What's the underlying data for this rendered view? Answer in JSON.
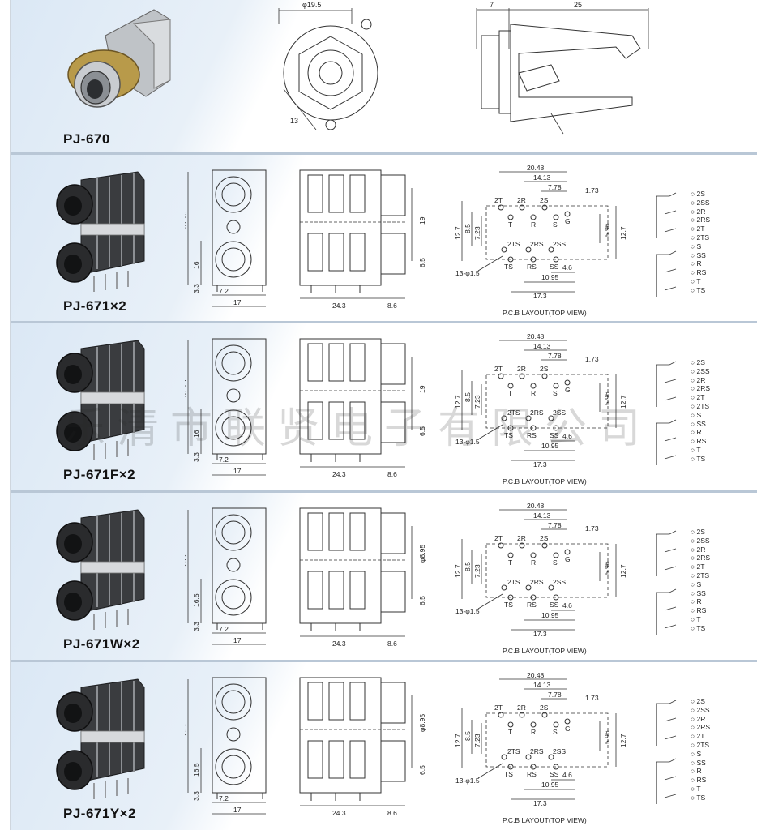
{
  "products": [
    {
      "model": "PJ-670",
      "dims": {
        "diameter": "φ19.5",
        "a": "13",
        "b": "7",
        "c": "25"
      }
    },
    {
      "model": "PJ-671×2",
      "front_dims": [
        "31.75",
        "16",
        "3.3",
        "7.2",
        "17"
      ],
      "side_dims": [
        "19",
        "6.5",
        "24.3",
        "8.6"
      ],
      "pcb": {
        "caption": "P.C.B LAYOUT(TOP VIEW)",
        "dims": [
          "20.48",
          "14.13",
          "7.78",
          "1.73",
          "12.7",
          "8.5",
          "7.23",
          "5.96",
          "12.7",
          "4.6",
          "10.95",
          "17.3"
        ],
        "hole_note": "13-φ1.5",
        "top_labels": [
          "2T",
          "2R",
          "2S",
          "T",
          "R",
          "S",
          "G"
        ],
        "bottom_labels": [
          "2TS",
          "2RS",
          "2SS",
          "TS",
          "RS",
          "SS"
        ]
      },
      "pins": [
        "2S",
        "2SS",
        "2R",
        "2RS",
        "2T",
        "2TS",
        "S",
        "SS",
        "R",
        "RS",
        "T",
        "TS"
      ]
    },
    {
      "model": "PJ-671F×2",
      "front_dims": [
        "31.75",
        "16",
        "3.3",
        "7.2",
        "17"
      ],
      "side_dims": [
        "19",
        "6.5",
        "24.3",
        "8.6"
      ],
      "pcb": {
        "caption": "P.C.B LAYOUT(TOP VIEW)",
        "dims": [
          "20.48",
          "14.13",
          "7.78",
          "1.73",
          "12.7",
          "8.5",
          "7.23",
          "5.96",
          "12.7",
          "4.6",
          "10.95",
          "17.3"
        ],
        "hole_note": "13-φ1.5",
        "top_labels": [
          "2T",
          "2R",
          "2S",
          "T",
          "R",
          "S",
          "G"
        ],
        "bottom_labels": [
          "2TS",
          "2RS",
          "2SS",
          "TS",
          "RS",
          "SS"
        ]
      },
      "pins": [
        "2S",
        "2SS",
        "2R",
        "2RS",
        "2T",
        "2TS",
        "S",
        "SS",
        "R",
        "RS",
        "T",
        "TS"
      ]
    },
    {
      "model": "PJ-671W×2",
      "front_dims": [
        "29.2",
        "16.5",
        "3.3",
        "7.2",
        "17"
      ],
      "side_dims": [
        "φ8.95",
        "6.5",
        "24.3",
        "8.6"
      ],
      "pcb": {
        "caption": "P.C.B LAYOUT(TOP VIEW)",
        "dims": [
          "20.48",
          "14.13",
          "7.78",
          "1.73",
          "12.7",
          "8.5",
          "7.23",
          "5.96",
          "12.7",
          "4.6",
          "10.95",
          "17.3"
        ],
        "hole_note": "13-φ1.5",
        "top_labels": [
          "2T",
          "2R",
          "2S",
          "T",
          "R",
          "S",
          "G"
        ],
        "bottom_labels": [
          "2TS",
          "2RS",
          "2SS",
          "TS",
          "RS",
          "SS"
        ]
      },
      "pins": [
        "2S",
        "2SS",
        "2R",
        "2RS",
        "2T",
        "2TS",
        "S",
        "SS",
        "R",
        "RS",
        "T",
        "TS"
      ]
    },
    {
      "model": "PJ-671Y×2",
      "front_dims": [
        "29.2",
        "16.5",
        "3.3",
        "7.2",
        "17"
      ],
      "side_dims": [
        "φ8.95",
        "6.5",
        "24.3",
        "8.6"
      ],
      "pcb": {
        "caption": "P.C.B LAYOUT(TOP VIEW)",
        "dims": [
          "20.48",
          "14.13",
          "7.78",
          "1.73",
          "12.7",
          "8.5",
          "7.23",
          "5.96",
          "12.7",
          "4.6",
          "10.95",
          "17.3"
        ],
        "hole_note": "13-φ1.5",
        "top_labels": [
          "2T",
          "2R",
          "2S",
          "T",
          "R",
          "S",
          "G"
        ],
        "bottom_labels": [
          "2TS",
          "2RS",
          "2SS",
          "TS",
          "RS",
          "SS"
        ]
      },
      "pins": [
        "2S",
        "2SS",
        "2R",
        "2RS",
        "2T",
        "2TS",
        "S",
        "SS",
        "R",
        "RS",
        "T",
        "TS"
      ]
    }
  ],
  "watermark": "乐清市联贤电子有限公司"
}
